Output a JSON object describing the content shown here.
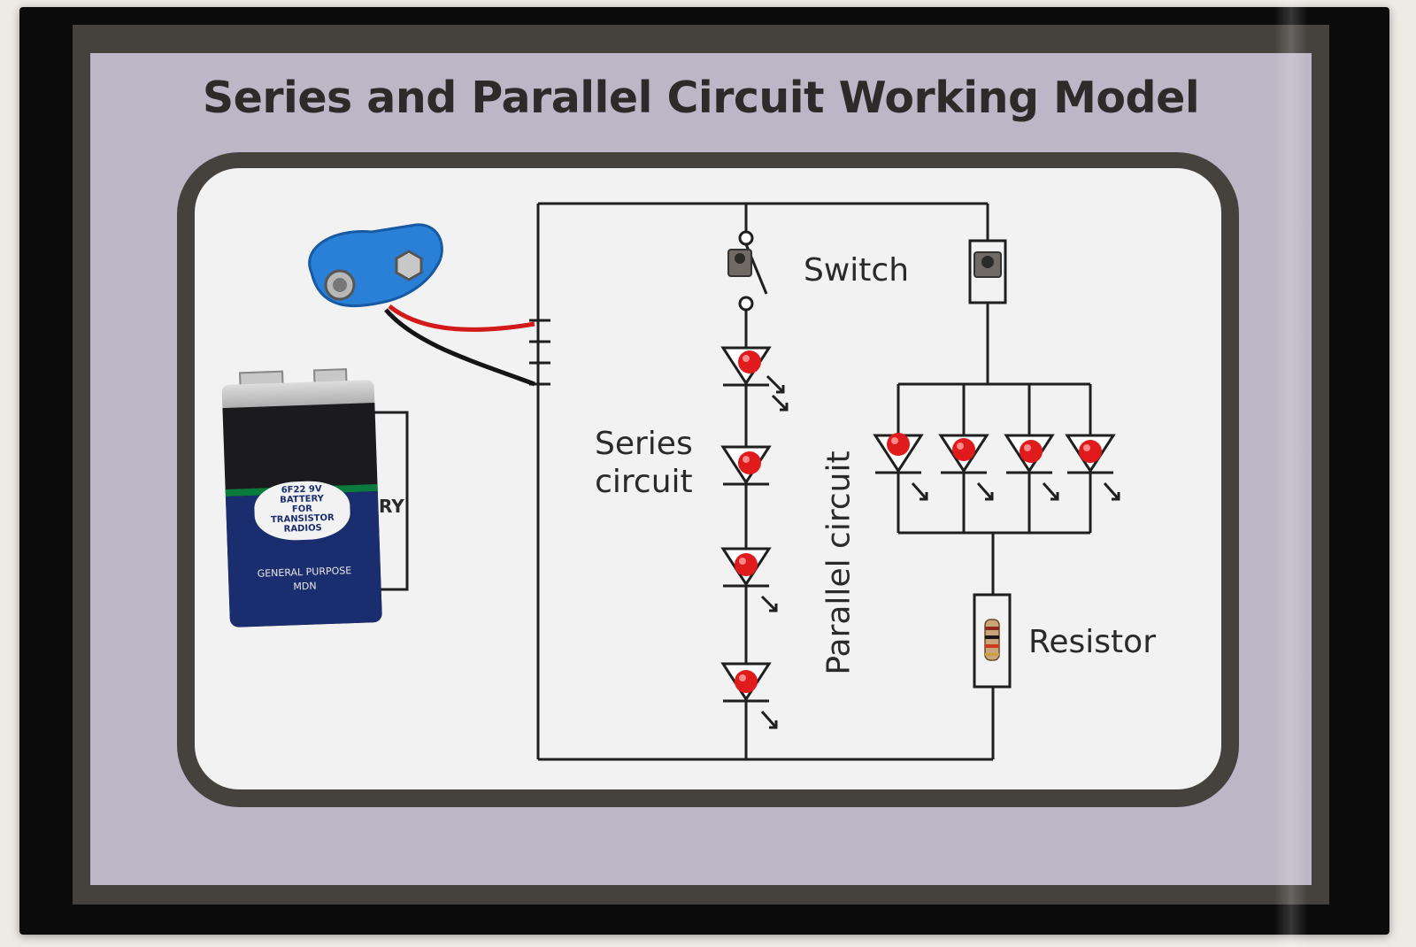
{
  "title": "Series and Parallel Circuit Working Model",
  "labels": {
    "switch": "Switch",
    "series_line1": "Series",
    "series_line2": "circuit",
    "parallel": "Parallel circuit",
    "resistor": "Resistor",
    "battery_box_partial": "RY"
  },
  "battery": {
    "badge_lines": [
      "6F22 9V",
      "BATTERY",
      "FOR",
      "TRANSISTOR",
      "RADIOS"
    ],
    "footer_line1": "GENERAL PURPOSE",
    "footer_line2": "MDN"
  },
  "colors": {
    "wire": "#1f1f1f",
    "led_red": "#e01b1b",
    "battery_clip": "#2a7fd6",
    "panel_border": "#45423e",
    "card_background": "#bcb7c6"
  },
  "components": {
    "series_led_count": 4,
    "parallel_led_count": 4,
    "switch_count": 2,
    "resistor_count": 1
  }
}
